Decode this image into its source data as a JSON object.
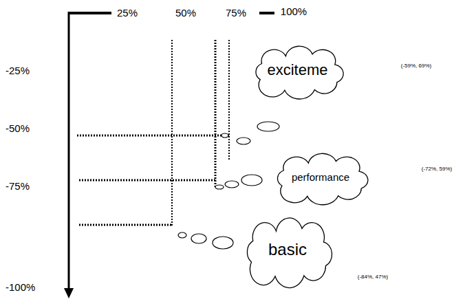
{
  "diagram": {
    "nodes": [
      {
        "text": [
          "exciteme"
        ]
      },
      {
        "text": [
          "performance"
        ]
      },
      {
        "text": [
          "basic"
        ]
      }
    ],
    "labels": [
      "25%",
      "50%",
      "75%",
      "100%",
      "-25%",
      "-50%",
      "-75%",
      "-100%",
      "(-59%, 69%)",
      "(-72%, 59%)",
      "(-84%, 47%)"
    ]
  }
}
